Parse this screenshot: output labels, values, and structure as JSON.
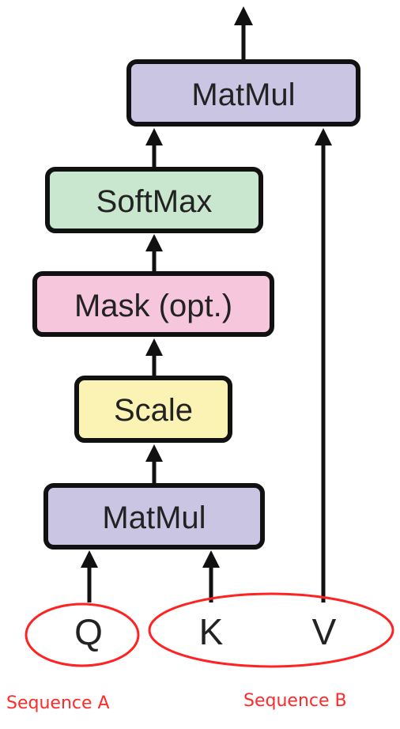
{
  "colors": {
    "matmul": "#c9c5e2",
    "softmax": "#c9e6cf",
    "mask": "#f6c7dc",
    "scale": "#fbf3b4",
    "border": "#111111",
    "ellipse": "#ff2222",
    "sequence_text": "#ff2a2a"
  },
  "nodes": {
    "matmul_top": {
      "label": "MatMul"
    },
    "softmax": {
      "label": "SoftMax"
    },
    "mask": {
      "label": "Mask (opt.)"
    },
    "scale": {
      "label": "Scale"
    },
    "matmul_bottom": {
      "label": "MatMul"
    }
  },
  "inputs": {
    "q": "Q",
    "k": "K",
    "v": "V"
  },
  "annotations": {
    "sequence_a": "Sequence A",
    "sequence_b": "Sequence B"
  }
}
